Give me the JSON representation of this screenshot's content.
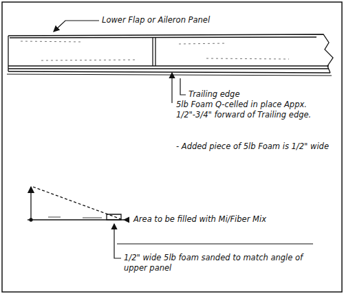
{
  "diagram": {
    "labels": [
      "Lower Flap or Aileron Panel",
      "Trailing edge",
      "5lb Foam Q-celled in place Appx. 1/2\"-3/4\" forward of Trailing edge.",
      "- Added piece of 5lb Foam is 1/2\" wide",
      "Area to be filled with Mi/Fiber Mix",
      "1/2\" wide 5lb foam sanded to match angle of upper panel"
    ]
  }
}
